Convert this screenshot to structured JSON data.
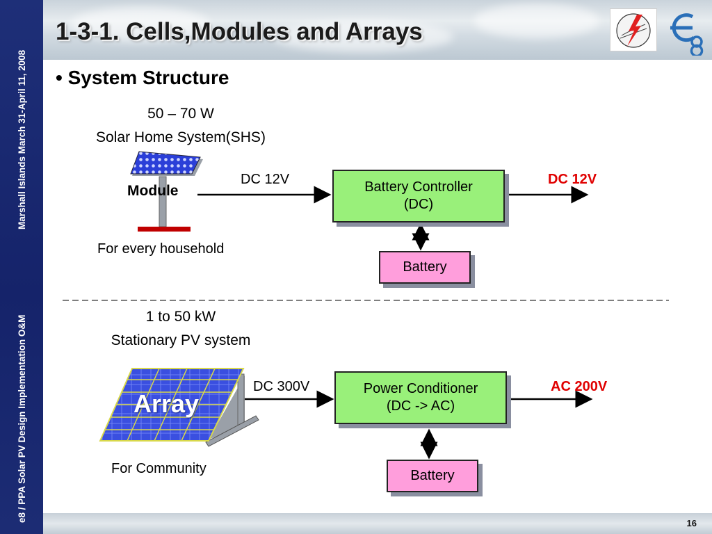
{
  "sidebar": {
    "top_text": "Marshall Islands March 31-April 11, 2008",
    "bottom_text": "e8 / PPA Solar PV Design Implementation O&M"
  },
  "header": {
    "title": "1-3-1. Cells,Modules and Arrays"
  },
  "bullet": "System Structure",
  "shs": {
    "power": "50 – 70 W",
    "name": "Solar Home System(SHS)",
    "module_label": "Module",
    "input_voltage": "DC 12V",
    "controller_line1": "Battery Controller",
    "controller_line2": "(DC)",
    "output_voltage": "DC 12V",
    "battery": "Battery",
    "caption": "For every household"
  },
  "stationary": {
    "power": "1 to 50 kW",
    "name": "Stationary PV system",
    "array_label": "Array",
    "input_voltage": "DC 300V",
    "conditioner_line1": "Power Conditioner",
    "conditioner_line2": "(DC -> AC)",
    "output_voltage": "AC 200V",
    "battery": "Battery",
    "caption": "For Community"
  },
  "footer": {
    "page_number": "16"
  },
  "colors": {
    "sidebar": "#1e2f78",
    "controller_fill": "#99f07a",
    "battery_fill": "#ff9edc",
    "accent_red": "#e00000",
    "panel_blue": "#2b3fd8"
  }
}
